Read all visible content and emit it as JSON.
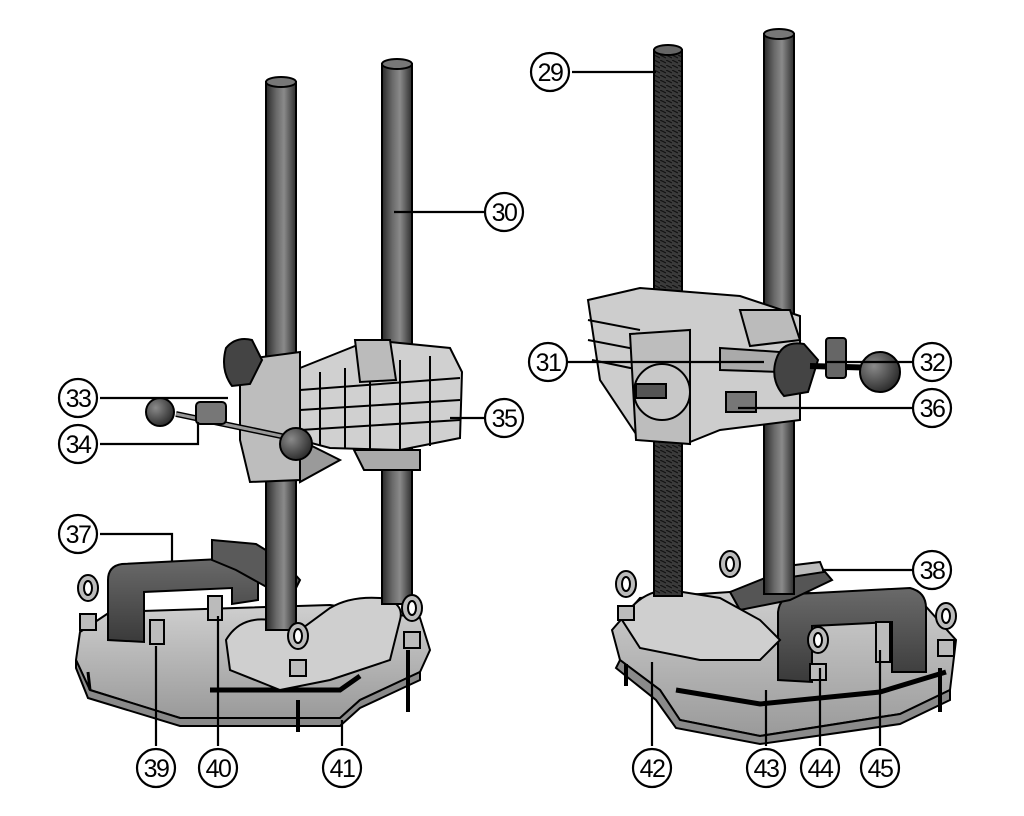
{
  "figure": {
    "callouts": [
      {
        "id": "c29",
        "label": "29"
      },
      {
        "id": "c30",
        "label": "30"
      },
      {
        "id": "c31",
        "label": "31"
      },
      {
        "id": "c32",
        "label": "32"
      },
      {
        "id": "c33",
        "label": "33"
      },
      {
        "id": "c34",
        "label": "34"
      },
      {
        "id": "c35",
        "label": "35"
      },
      {
        "id": "c36",
        "label": "36"
      },
      {
        "id": "c37",
        "label": "37"
      },
      {
        "id": "c38",
        "label": "38"
      },
      {
        "id": "c39",
        "label": "39"
      },
      {
        "id": "c40",
        "label": "40"
      },
      {
        "id": "c41",
        "label": "41"
      },
      {
        "id": "c42",
        "label": "42"
      },
      {
        "id": "c43",
        "label": "43"
      },
      {
        "id": "c44",
        "label": "44"
      },
      {
        "id": "c45",
        "label": "45"
      }
    ]
  }
}
